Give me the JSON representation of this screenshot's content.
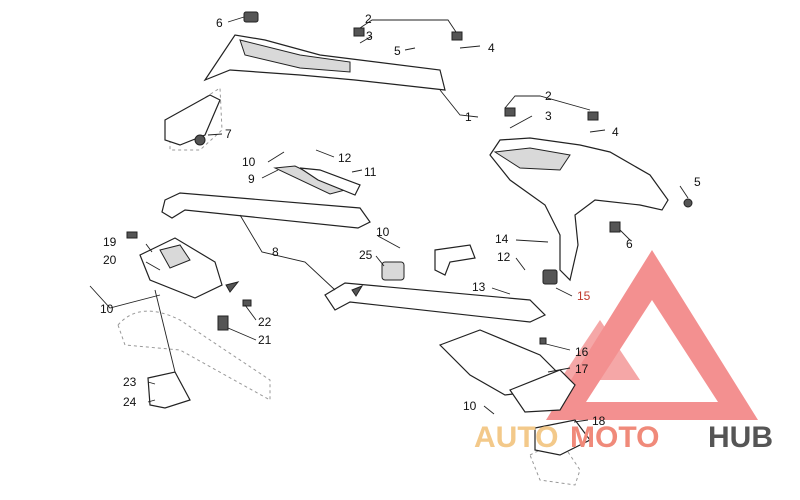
{
  "callouts": [
    {
      "id": "c6a",
      "text": "6"
    },
    {
      "id": "c2a",
      "text": "2"
    },
    {
      "id": "c3a",
      "text": "3"
    },
    {
      "id": "c5a",
      "text": "5"
    },
    {
      "id": "c4a",
      "text": "4"
    },
    {
      "id": "c1",
      "text": "1"
    },
    {
      "id": "c2b",
      "text": "2"
    },
    {
      "id": "c3b",
      "text": "3"
    },
    {
      "id": "c4b",
      "text": "4"
    },
    {
      "id": "c5b",
      "text": "5"
    },
    {
      "id": "c6b",
      "text": "6"
    },
    {
      "id": "c7",
      "text": "7"
    },
    {
      "id": "c10a",
      "text": "10"
    },
    {
      "id": "c12a",
      "text": "12"
    },
    {
      "id": "c9",
      "text": "9"
    },
    {
      "id": "c11",
      "text": "11"
    },
    {
      "id": "c8",
      "text": "8"
    },
    {
      "id": "c10b",
      "text": "10"
    },
    {
      "id": "c25",
      "text": "25"
    },
    {
      "id": "c14",
      "text": "14"
    },
    {
      "id": "c12b",
      "text": "12"
    },
    {
      "id": "c13",
      "text": "13"
    },
    {
      "id": "c15",
      "text": "15"
    },
    {
      "id": "c19",
      "text": "19"
    },
    {
      "id": "c20",
      "text": "20"
    },
    {
      "id": "c10c",
      "text": "10"
    },
    {
      "id": "c22",
      "text": "22"
    },
    {
      "id": "c21",
      "text": "21"
    },
    {
      "id": "c23",
      "text": "23"
    },
    {
      "id": "c24",
      "text": "24"
    },
    {
      "id": "c16",
      "text": "16"
    },
    {
      "id": "c17",
      "text": "17"
    },
    {
      "id": "c10d",
      "text": "10"
    },
    {
      "id": "c18",
      "text": "18"
    }
  ],
  "watermark": {
    "part1": "AUTO",
    "part2": "MOTO",
    "part3": "HUB",
    "color_auto": "#f3c98a",
    "color_moto": "#f08a7a",
    "color_hub": "#555555",
    "triangle_color": "#ef6b6b"
  }
}
